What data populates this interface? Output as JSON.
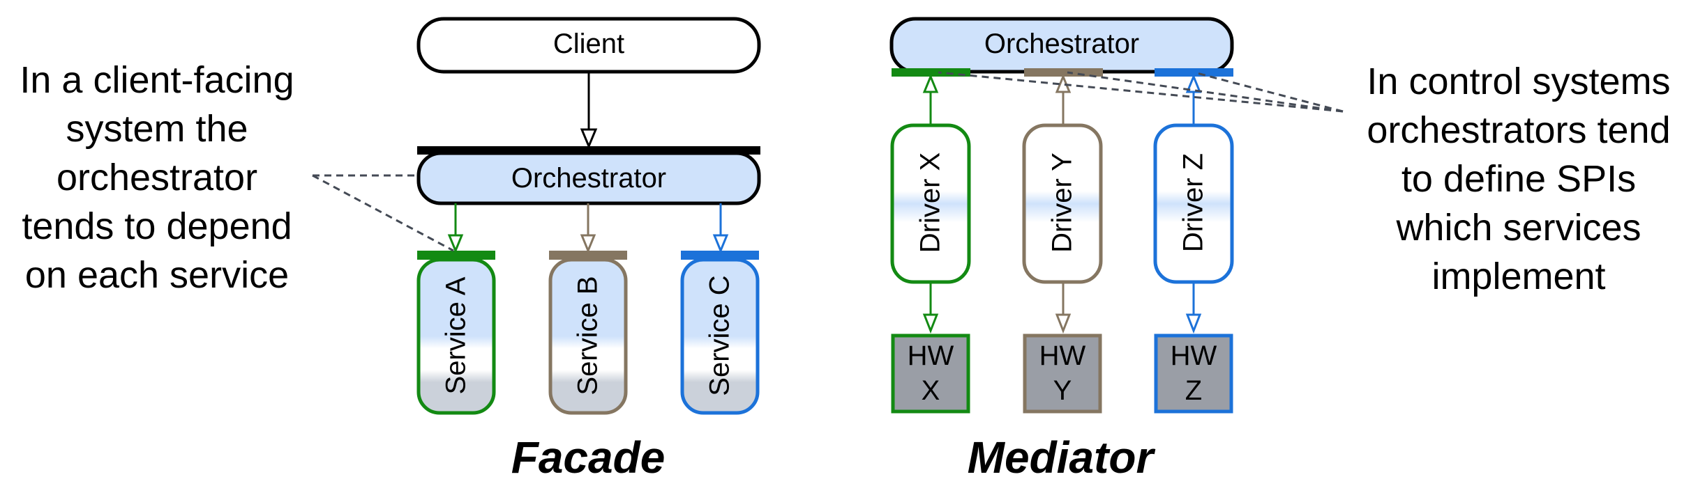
{
  "facade": {
    "client_label": "Client",
    "orchestrator_label": "Orchestrator",
    "services": [
      {
        "label": "Service A",
        "color": "#138a13"
      },
      {
        "label": "Service B",
        "color": "#857661"
      },
      {
        "label": "Service C",
        "color": "#1c72d9"
      }
    ],
    "caption": "Facade"
  },
  "mediator": {
    "orchestrator_label": "Orchestrator",
    "drivers": [
      {
        "label": "Driver X",
        "hw_line1": "HW",
        "hw_line2": "X",
        "color": "#138a13"
      },
      {
        "label": "Driver Y",
        "hw_line1": "HW",
        "hw_line2": "Y",
        "color": "#857661"
      },
      {
        "label": "Driver Z",
        "hw_line1": "HW",
        "hw_line2": "Z",
        "color": "#1c72d9"
      }
    ],
    "caption": "Mediator"
  },
  "notes": {
    "left": [
      "In a client-facing",
      "system the",
      "orchestrator",
      "tends to depend",
      "on each service"
    ],
    "right": [
      "In control systems",
      "orchestrators tend",
      "to define SPIs",
      "which services",
      "implement"
    ]
  },
  "colors": {
    "box_fill_light": "#cfe2fb",
    "hw_fill": "#9a9ea6",
    "connector_dash": "#444a55"
  }
}
